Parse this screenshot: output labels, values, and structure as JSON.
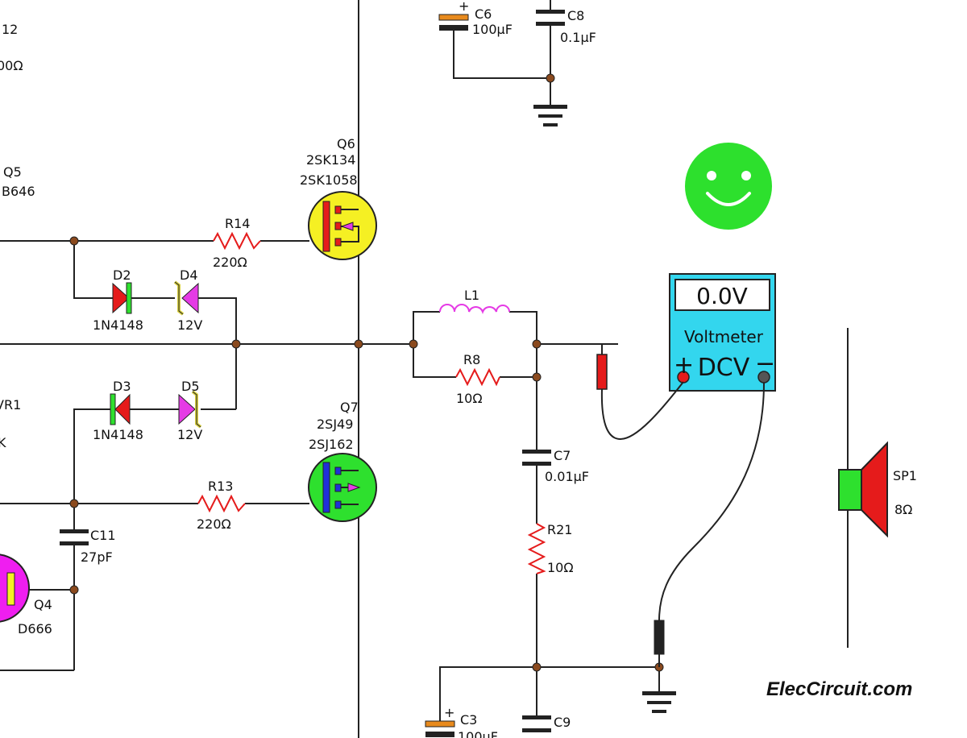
{
  "brand": "ElecCircuit.com",
  "edge_labels": {
    "q3_part": "12",
    "r_edge": "00Ω",
    "q5": "Q5",
    "q5_part": "B646",
    "vr1": "VR1",
    "vr1_value": "K"
  },
  "q6": {
    "name": "Q6",
    "part1": "2SK134",
    "part2": "2SK1058"
  },
  "q7": {
    "name": "Q7",
    "part1": "2SJ49",
    "part2": "2SJ162"
  },
  "q4": {
    "name": "Q4",
    "part": "D666"
  },
  "r14": {
    "name": "R14",
    "value": "220Ω"
  },
  "r13": {
    "name": "R13",
    "value": "220Ω"
  },
  "d2": {
    "name": "D2",
    "part": "1N4148"
  },
  "d3": {
    "name": "D3",
    "part": "1N4148"
  },
  "d4": {
    "name": "D4",
    "value": "12V"
  },
  "d5": {
    "name": "D5",
    "value": "12V"
  },
  "c6": {
    "name": "C6",
    "value": "100µF"
  },
  "c8": {
    "name": "C8",
    "value": "0.1µF"
  },
  "c7": {
    "name": "C7",
    "value": "0.01µF"
  },
  "c11": {
    "name": "C11",
    "value": "27pF"
  },
  "c3": {
    "name": "C3",
    "value": "100µF"
  },
  "c9": {
    "name": "C9"
  },
  "l1": {
    "name": "L1"
  },
  "r8": {
    "name": "R8",
    "value": "10Ω"
  },
  "r21": {
    "name": "R21",
    "value": "10Ω"
  },
  "sp1": {
    "name": "SP1",
    "value": "8Ω"
  },
  "voltmeter": {
    "reading": "0.0V",
    "title": "Voltmeter",
    "mode": "DCV",
    "plus": "+",
    "minus": "−"
  },
  "c6_polarity": "+",
  "c3_polarity": "+",
  "colors": {
    "meter": "#33d6ee",
    "smiley": "#2de02d",
    "q6_body": "#f5f023",
    "q7_body": "#2ee02e",
    "q4_body": "#ef1ef0",
    "resistor": "#e51b1b",
    "node": "#8b4a1e"
  }
}
